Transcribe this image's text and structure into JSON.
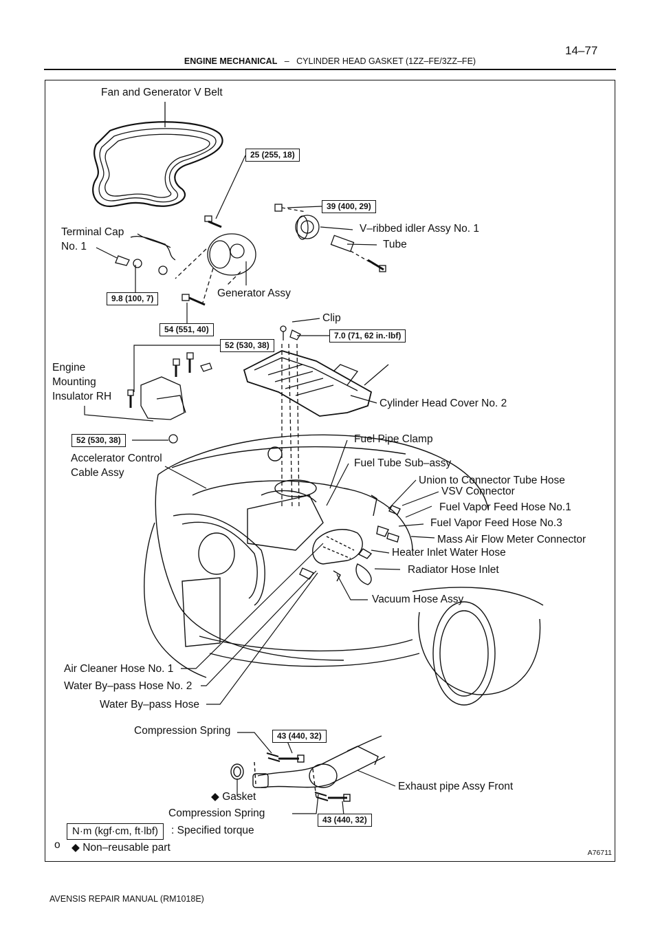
{
  "header": {
    "section": "ENGINE MECHANICAL",
    "separator": "–",
    "subsection": "CYLINDER HEAD GASKET (1ZZ–FE/3ZZ–FE)",
    "page_number": "14–77"
  },
  "labels": {
    "fan_belt": "Fan and Generator V Belt",
    "terminal_cap_1": "Terminal Cap",
    "terminal_cap_2": "No. 1",
    "idler": "V–ribbed idler Assy No. 1",
    "tube": "Tube",
    "generator": "Generator Assy",
    "clip": "Clip",
    "engine_mount_1": "Engine",
    "engine_mount_2": "Mounting",
    "engine_mount_3": "Insulator RH",
    "cyl_head_cover": "Cylinder Head Cover No. 2",
    "fuel_pipe_clamp": "Fuel Pipe Clamp",
    "accel_cable_1": "Accelerator Control",
    "accel_cable_2": "Cable Assy",
    "fuel_tube": "Fuel Tube Sub–assy",
    "union_hose": "Union to Connector Tube Hose",
    "vsv": "VSV Connector",
    "fuel_vapor_1": "Fuel Vapor Feed Hose No.1",
    "fuel_vapor_3": "Fuel Vapor Feed Hose No.3",
    "maf": "Mass Air Flow Meter Connector",
    "heater_hose": "Heater Inlet Water Hose",
    "radiator_hose": "Radiator Hose Inlet",
    "vacuum_hose": "Vacuum Hose Assy",
    "air_cleaner_hose": "Air Cleaner Hose No. 1",
    "water_bypass_2": "Water By–pass Hose No. 2",
    "water_bypass": "Water By–pass Hose",
    "comp_spring_top": "Compression Spring",
    "gasket": "Gasket",
    "comp_spring_bottom": "Compression Spring",
    "exhaust_pipe": "Exhaust pipe Assy Front"
  },
  "torques": {
    "t1": "25 (255, 18)",
    "t2": "39 (400, 29)",
    "t3": "9.8 (100, 7)",
    "t4": "54 (551, 40)",
    "t5": "7.0 (71, 62 in.·lbf)",
    "t6": "52 (530, 38)",
    "t7": "52 (530, 38)",
    "t8": "43 (440, 32)",
    "t9": "43 (440, 32)"
  },
  "legend": {
    "unit_box": "N·m (kgf·cm, ft·lbf)",
    "unit_desc": ": Specified torque",
    "nonreuse_symbol": "◆",
    "nonreuse_desc": "Non–reusable part",
    "corner_mark": "o"
  },
  "figure_code": "A76711",
  "footer": "AVENSIS REPAIR MANUAL   (RM1018E)"
}
